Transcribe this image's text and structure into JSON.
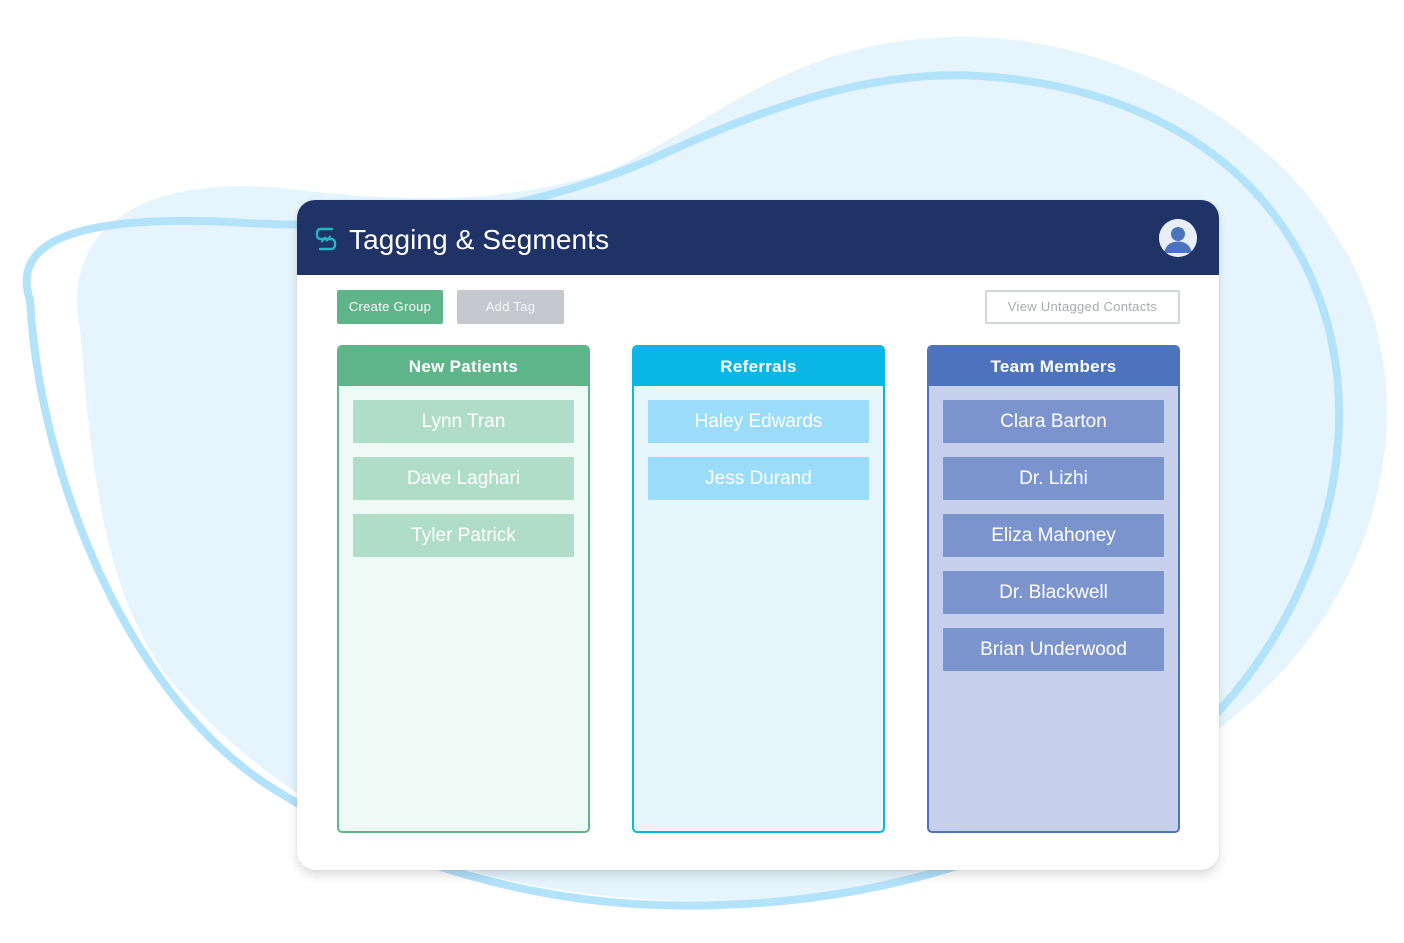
{
  "app": {
    "title": "Tagging & Segments",
    "logo_icon": "segments-logo-icon",
    "avatar_icon": "user-avatar-icon"
  },
  "toolbar": {
    "create_group_label": "Create Group",
    "add_tag_label": "Add Tag",
    "view_untagged_label": "View Untagged Contacts"
  },
  "groups": [
    {
      "name": "New Patients",
      "color": "#5fb58a",
      "contacts": [
        "Lynn Tran",
        "Dave Laghari",
        "Tyler Patrick"
      ]
    },
    {
      "name": "Referrals",
      "color": "#0ab6e6",
      "contacts": [
        "Haley Edwards",
        "Jess Durand"
      ]
    },
    {
      "name": "Team Members",
      "color": "#4d73bd",
      "contacts": [
        "Clara Barton",
        "Dr. Lizhi",
        "Eliza Mahoney",
        "Dr. Blackwell",
        "Brian Underwood"
      ]
    }
  ],
  "colors": {
    "titlebar": "#1f3366",
    "background_blob": "#e6f5fd",
    "background_ring": "#b3e3fb"
  }
}
